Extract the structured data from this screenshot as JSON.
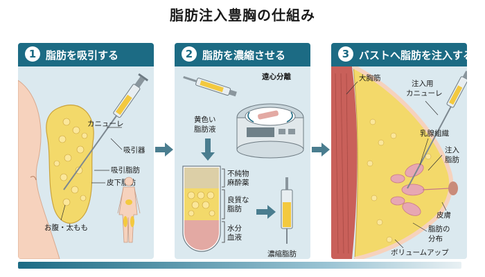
{
  "title": "脂肪注入豊胸の仕組み",
  "panels": [
    {
      "number": "1",
      "heading": "脂肪を吸引する",
      "labels": {
        "cannula": "カニューレ",
        "aspirator": "吸引器",
        "aspirated_fat": "吸引脂肪",
        "subcutaneous_fat": "皮下脂肪",
        "site": "お腹・太もも"
      }
    },
    {
      "number": "2",
      "heading": "脂肪を濃縮させる",
      "labels": {
        "centrifuge": "遠心分離",
        "yellow_fat_line1": "黄色い",
        "yellow_fat_line2": "脂肪液",
        "impurities_line1": "不純物",
        "impurities_line2": "麻酔薬",
        "quality_line1": "良質な",
        "quality_line2": "脂肪",
        "water_line1": "水分",
        "water_line2": "血液",
        "concentrated": "濃縮脂肪"
      }
    },
    {
      "number": "3",
      "heading": "バストへ脂肪を注入する",
      "labels": {
        "pectoral": "大胸筋",
        "cannula_line1": "注入用",
        "cannula_line2": "カニューレ",
        "mammary": "乳腺組織",
        "injected_line1": "注入",
        "injected_line2": "脂肪",
        "skin": "皮膚",
        "fat_line1": "脂肪の",
        "fat_line2": "分布",
        "volume": "ボリュームアップ"
      }
    }
  ],
  "colors": {
    "accent": "#1c6b84",
    "panel_bg": "#dbe9ef",
    "fat": "#f3d96a",
    "skin": "#f6d2bd",
    "muscle": "#c9605a",
    "blood": "#e3a9a3"
  }
}
